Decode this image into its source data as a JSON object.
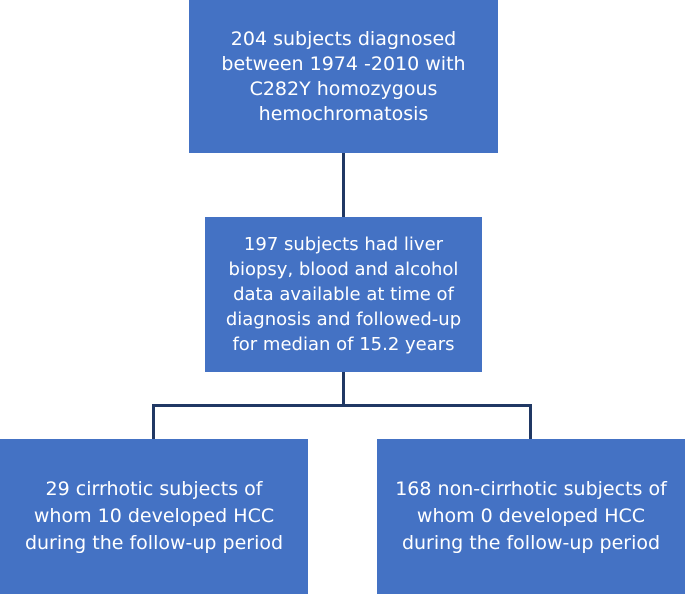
{
  "colors": {
    "box_fill": "#4472C4",
    "text": "#FFFFFF",
    "connector": "#203864"
  },
  "boxes": {
    "top": "204 subjects diagnosed\nbetween 1974 -2010 with\nC282Y homozygous\nhemochromatosis",
    "middle": "197 subjects had liver\nbiopsy, blood and alcohol\ndata available at time of\ndiagnosis and followed-up\nfor median of 15.2 years",
    "left": "29 cirrhotic subjects of\nwhom 10 developed HCC\nduring the follow-up period",
    "right": "168 non-cirrhotic subjects of\nwhom 0 developed HCC\nduring the follow-up period"
  }
}
